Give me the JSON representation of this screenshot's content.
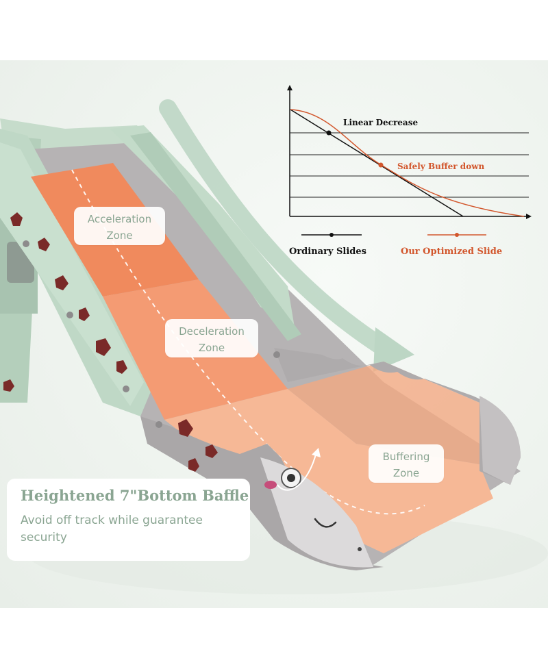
{
  "zones": {
    "acceleration": "Acceleration\nZone",
    "deceleration": "Deceleration\nZone",
    "buffering": "Buffering\nZone"
  },
  "callout": {
    "title": "Heightened 7\"Bottom Baffle",
    "description": "Avoid off track while guarantee security"
  },
  "chart_data": {
    "type": "line",
    "series": [
      {
        "name": "Ordinary Slides",
        "annotation": "Linear Decrease",
        "color": "#111111",
        "shape": "linear"
      },
      {
        "name": "Our Optimized Slide",
        "annotation": "Safely Buffer down",
        "color": "#d2562c",
        "shape": "s-curve"
      }
    ],
    "grid": true,
    "legend_placement": "bottom"
  },
  "colors": {
    "accent_green": "#8aa592",
    "slide_orange": "#f08a5d",
    "slide_peach": "#f6b896",
    "frame_green": "#bcd6c4",
    "frame_gray": "#a9a7a8",
    "optimized_red": "#d2562c",
    "spot_brown": "#7a2a28"
  }
}
